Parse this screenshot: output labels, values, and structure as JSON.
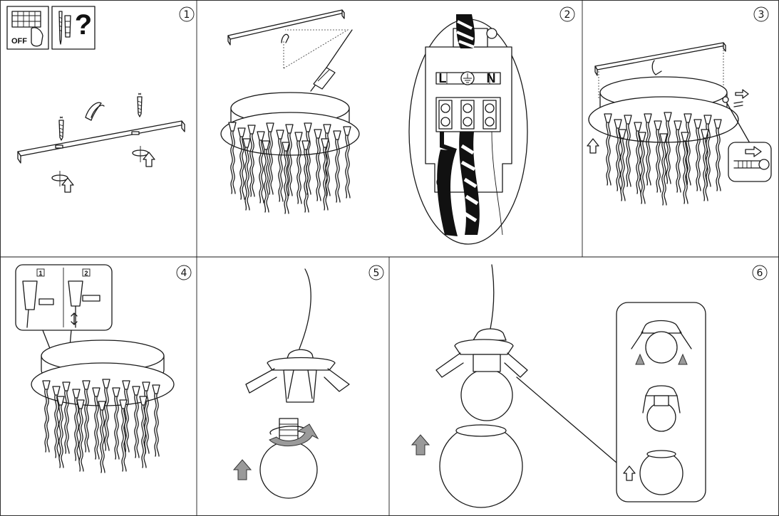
{
  "steps": [
    {
      "number": "1"
    },
    {
      "number": "2"
    },
    {
      "number": "3"
    },
    {
      "number": "4"
    },
    {
      "number": "5"
    },
    {
      "number": "6"
    }
  ],
  "switch_label": "OFF",
  "question_mark": "?",
  "terminal_labels": {
    "live": "L",
    "neutral": "N"
  },
  "substeps": [
    "1",
    "2"
  ]
}
